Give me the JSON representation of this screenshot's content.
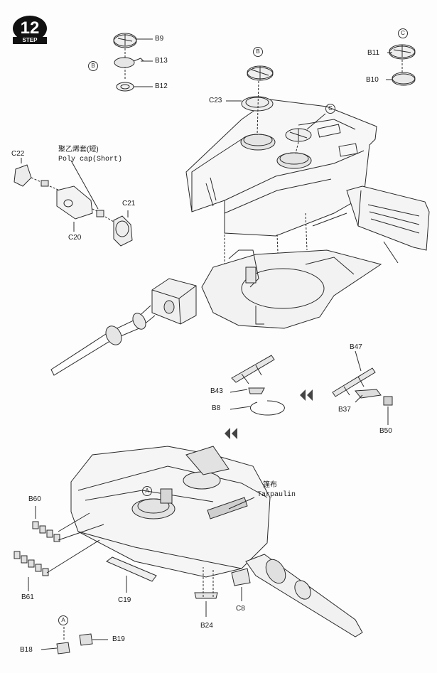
{
  "step": {
    "number": "12",
    "label": "STEP"
  },
  "sub_markers": {
    "b": "B",
    "c": "C",
    "a": "A"
  },
  "parts": {
    "b9": "B9",
    "b13": "B13",
    "b12": "B12",
    "b11": "B11",
    "b10": "B10",
    "c23": "C23",
    "c22": "C22",
    "c20": "C20",
    "c21": "C21",
    "b47": "B47",
    "b43": "B43",
    "b8": "B8",
    "b37": "B37",
    "b50": "B50",
    "b60": "B60",
    "b61": "B61",
    "c19": "C19",
    "b24": "B24",
    "c8": "C8",
    "b18": "B18",
    "b19": "B19"
  },
  "notes": {
    "poly_cap_cn": "聚乙烯套(短)",
    "poly_cap_en": "Poly cap(Short)",
    "tarpaulin_cn": "篷布",
    "tarpaulin_en": "Tarpaulin"
  },
  "colors": {
    "line": "#2a2a2a",
    "shade": "#cfcfcf",
    "paper": "#fdfdfd"
  }
}
